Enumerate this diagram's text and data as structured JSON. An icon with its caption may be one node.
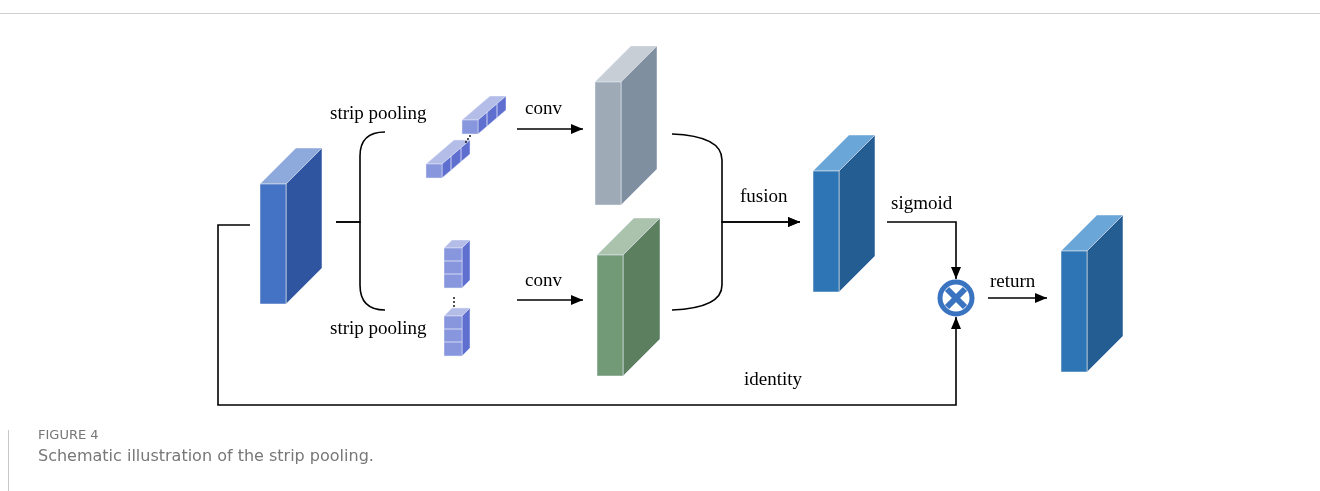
{
  "diagram": {
    "title": "FIGURE 4",
    "caption": "Schematic illustration of the strip pooling.",
    "nodes": [
      {
        "text": [],
        "shape": "box"
      },
      {
        "text": [],
        "shape": "bar"
      },
      {
        "text": [],
        "shape": "bar"
      },
      {
        "text": [],
        "shape": "box"
      },
      {
        "text": [],
        "shape": "box"
      },
      {
        "text": [],
        "shape": "box"
      },
      {
        "text": [],
        "shape": "circle"
      },
      {
        "text": [],
        "shape": "box"
      }
    ],
    "edges": [
      {
        "from": 0,
        "to": 1,
        "arrow": "none"
      },
      {
        "from": 0,
        "to": 2,
        "arrow": "none"
      },
      {
        "from": 1,
        "to": 3,
        "arrow": "to",
        "label": "conv"
      },
      {
        "from": 2,
        "to": 4,
        "arrow": "to",
        "label": "conv"
      },
      {
        "from": 3,
        "to": 5,
        "arrow": "to",
        "label": "fusion"
      },
      {
        "from": 4,
        "to": 5,
        "arrow": "to"
      },
      {
        "from": 5,
        "to": 6,
        "arrow": "to",
        "label": "sigmoid"
      },
      {
        "from": 0,
        "to": 6,
        "arrow": "to",
        "label": "identity"
      },
      {
        "from": 6,
        "to": 7,
        "arrow": "to",
        "label": "return"
      }
    ],
    "labels": [
      "strip pooling",
      "strip pooling"
    ]
  }
}
